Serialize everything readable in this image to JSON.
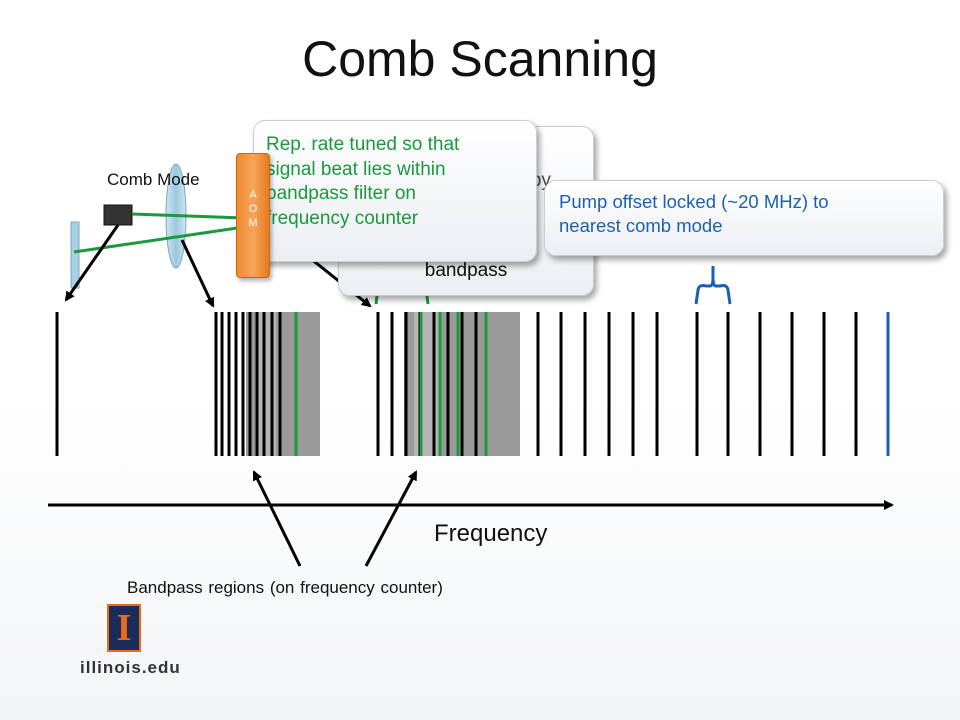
{
  "slide": {
    "title": "Comb Scanning",
    "comb_mode_label": "Comb Mode",
    "aom_letters": [
      "A",
      "O",
      "M"
    ],
    "callout_back": {
      "text_fragment": "g by",
      "bottom_text": "bandpass"
    },
    "callout_front": {
      "lines": [
        "Rep. rate tuned so that",
        "signal beat lies within",
        "bandpass filter on",
        "frequency counter"
      ]
    },
    "callout_right": {
      "lines": [
        "Pump offset locked (~20 MHz) to",
        "nearest comb mode"
      ]
    },
    "frequency_label": "Frequency",
    "bandpass_label": "Bandpass regions (on frequency counter)",
    "logo_text": "illinois.edu",
    "logo_letter": "I"
  },
  "colors": {
    "comb_line": "#000000",
    "signal_green": "#1a9a3c",
    "pump_blue": "#1a60b4",
    "bandpass_gray": "#9a9a9a",
    "aom_orange": "#f08a30",
    "lens_blue": "#a9cfe4"
  }
}
